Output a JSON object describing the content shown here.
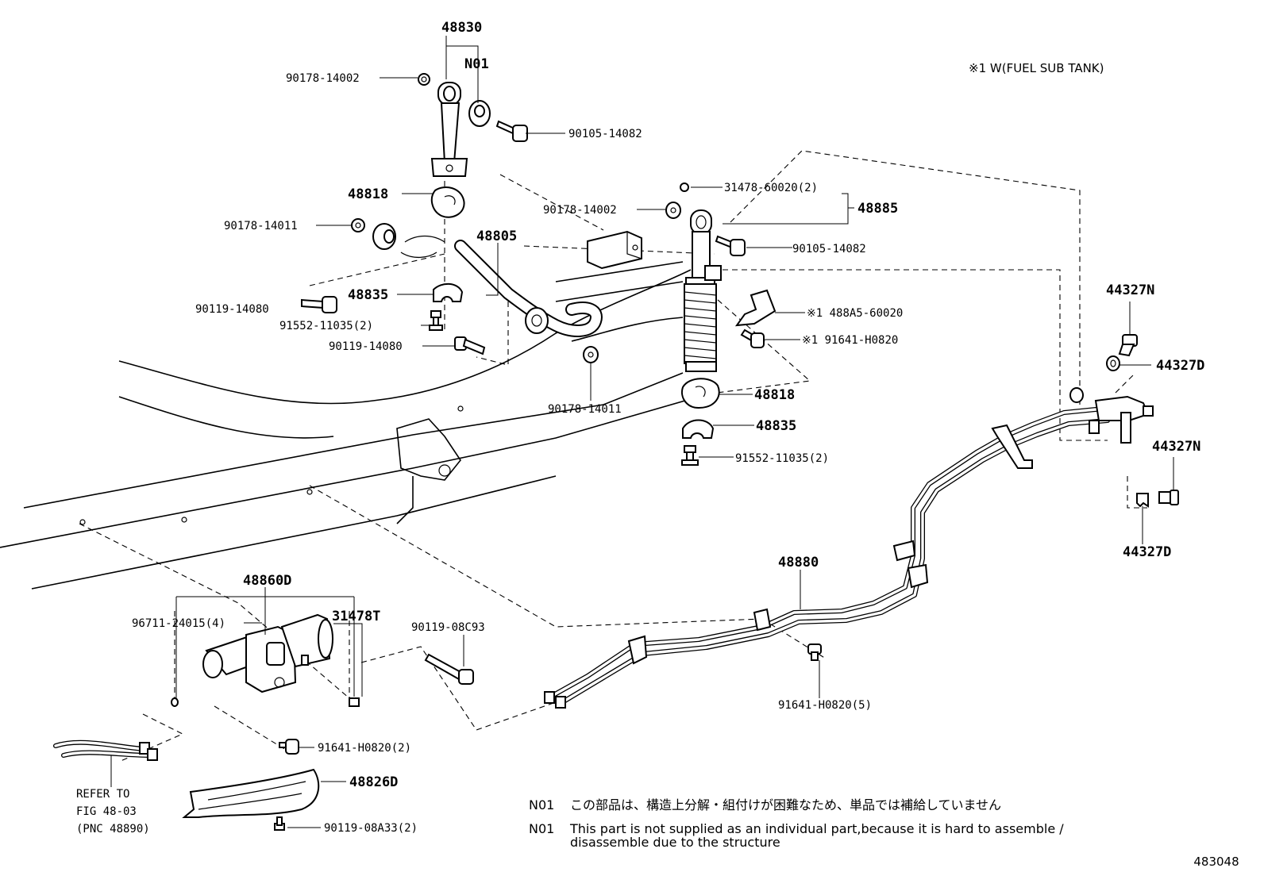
{
  "header": {
    "variant_note": "※1 W(FUEL SUB TANK)"
  },
  "labels": {
    "p48830": "48830",
    "n01": "N01",
    "p90178_14002_a": "90178-14002",
    "p90105_14082_a": "90105-14082",
    "p48818_a": "48818",
    "p90178_14011_a": "90178-14011",
    "p48805": "48805",
    "p48835_a": "48835",
    "p90119_14080_a": "90119-14080",
    "p91552_11035_a": "91552-11035(2)",
    "p90119_14080_b": "90119-14080",
    "p90178_14011_b": "90178-14011",
    "p90178_14002_b": "90178-14002",
    "p31478_60020": "31478-60020(2)",
    "p48885": "48885",
    "p90105_14082_b": "90105-14082",
    "p488a5_60020": "※1 488A5-60020",
    "p91641_h0820_a": "※1 91641-H0820",
    "p48818_b": "48818",
    "p48835_b": "48835",
    "p91552_11035_b": "91552-11035(2)",
    "p44327n_a": "44327N",
    "p44327d_a": "44327D",
    "p44327n_b": "44327N",
    "p44327d_b": "44327D",
    "p48880": "48880",
    "p91641_h0820_b": "91641-H0820(5)",
    "p48860d": "48860D",
    "p96711_24015": "96711-24015(4)",
    "p31478t": "31478T",
    "p90119_08c93": "90119-08C93",
    "p91641_h0820_c": "91641-H0820(2)",
    "p48826d": "48826D",
    "p90119_08a33": "90119-08A33(2)",
    "refer_line1": "REFER TO",
    "refer_line2": "FIG 48-03",
    "refer_line3": "(PNC 48890)"
  },
  "notes": {
    "code_1": "N01",
    "text_1": "この部品は、構造上分解・組付けが困難なため、単品では補給していません",
    "code_2": "N01",
    "text_2_line1": "This part is not supplied as an individual part,because it is hard to assemble /",
    "text_2_line2": "disassemble due to the structure"
  },
  "footer": {
    "illustration_number": "483048"
  }
}
